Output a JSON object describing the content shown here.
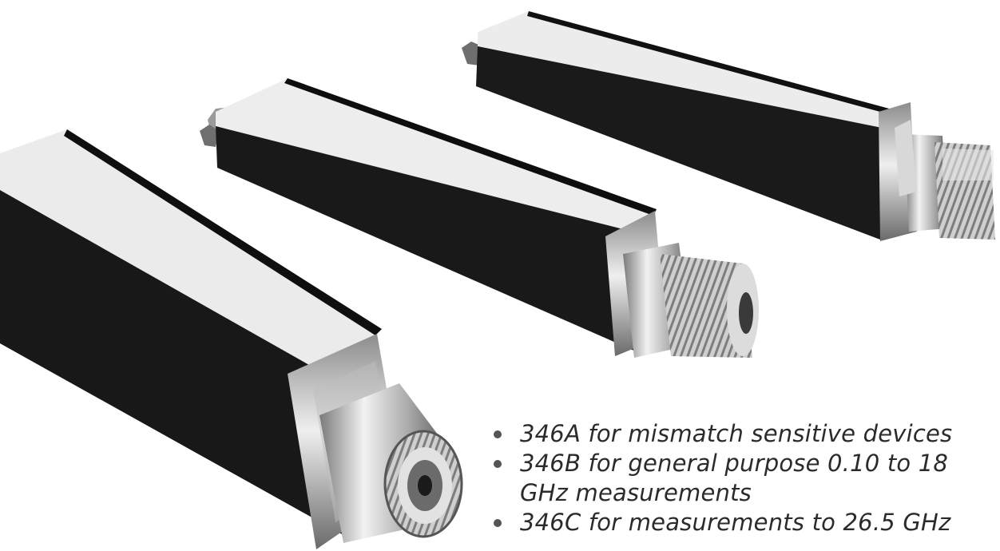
{
  "bullets": [
    "346A for mismatch sensitive devices",
    "346B for general purpose 0.10 to 18 GHz measurements",
    "346C for measurements to 26.5 GHz"
  ],
  "colors": {
    "body_dark": "#1a1a1a",
    "label_light": "#e9e9e9",
    "metal": "#c8c8c8",
    "text": "#2b2b2b"
  }
}
